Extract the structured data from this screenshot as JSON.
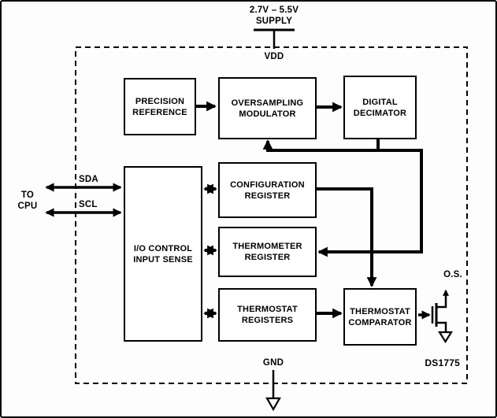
{
  "part_number": "DS1775",
  "colors": {
    "line": "#000000",
    "background": "#fdfdfd",
    "box_fill": "#ffffff"
  },
  "power": {
    "supply_range": "2.7V – 5.5V",
    "supply_label": "SUPPLY",
    "vdd_label": "VDD",
    "gnd_label": "GND"
  },
  "cpu_bus": {
    "to_line1": "TO",
    "to_line2": "CPU",
    "sda_label": "SDA",
    "scl_label": "SCL"
  },
  "output": {
    "os_label": "O.S."
  },
  "blocks": {
    "precision_reference": {
      "lines": [
        "PRECISION",
        "REFERENCE"
      ]
    },
    "oversampling_modulator": {
      "lines": [
        "OVERSAMPLING",
        "MODULATOR"
      ]
    },
    "digital_decimator": {
      "lines": [
        "DIGITAL",
        "DECIMATOR"
      ]
    },
    "io_control": {
      "lines": [
        "I/O CONTROL",
        "INPUT SENSE"
      ]
    },
    "configuration_register": {
      "lines": [
        "CONFIGURATION",
        "REGISTER"
      ]
    },
    "thermometer_register": {
      "lines": [
        "THERMOMETER",
        "REGISTER"
      ]
    },
    "thermostat_registers": {
      "lines": [
        "THERMOSTAT",
        "REGISTERS"
      ]
    },
    "thermostat_comparator": {
      "lines": [
        "THERMOSTAT",
        "COMPARATOR"
      ]
    }
  }
}
